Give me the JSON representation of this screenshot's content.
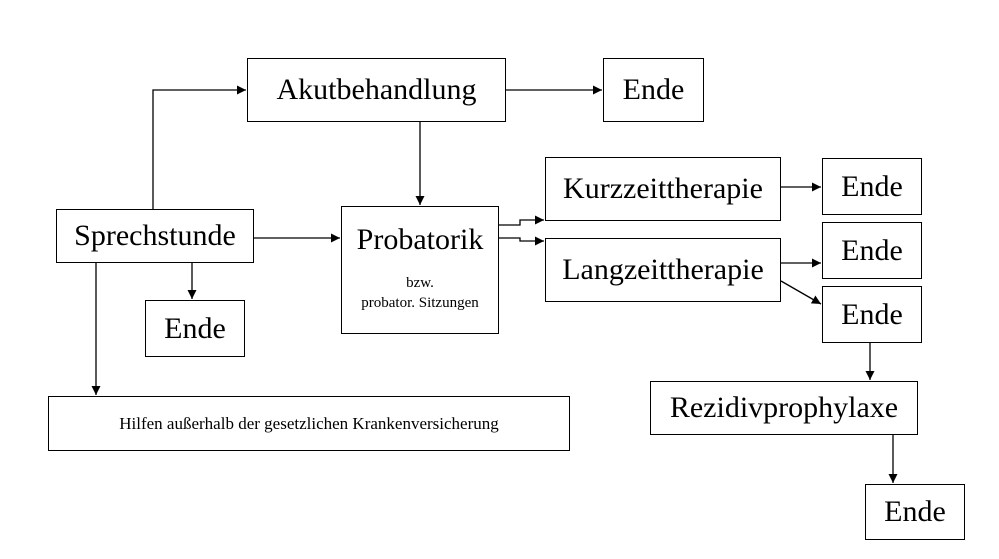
{
  "diagram": {
    "nodes": {
      "akutbehandlung": "Akutbehandlung",
      "ende_akut": "Ende",
      "sprechstunde": "Sprechstunde",
      "probatorik": "Probatorik",
      "probatorik_sub": "bzw.",
      "probatorik_sub2": "probator. Sitzungen",
      "kurzzeittherapie": "Kurzzeittherapie",
      "ende_kurz": "Ende",
      "langzeittherapie": "Langzeittherapie",
      "ende_lang1": "Ende",
      "ende_lang2": "Ende",
      "ende_sprech": "Ende",
      "hilfen": "Hilfen außerhalb der gesetzlichen Krankenversicherung",
      "rezidivprophylaxe": "Rezidivprophylaxe",
      "ende_rezidiv": "Ende"
    },
    "edges": [
      {
        "from": "sprechstunde",
        "to": "akutbehandlung"
      },
      {
        "from": "akutbehandlung",
        "to": "ende_akut"
      },
      {
        "from": "akutbehandlung",
        "to": "probatorik"
      },
      {
        "from": "sprechstunde",
        "to": "probatorik"
      },
      {
        "from": "sprechstunde",
        "to": "ende_sprech"
      },
      {
        "from": "sprechstunde",
        "to": "hilfen"
      },
      {
        "from": "probatorik",
        "to": "kurzzeittherapie"
      },
      {
        "from": "probatorik",
        "to": "langzeittherapie"
      },
      {
        "from": "kurzzeittherapie",
        "to": "ende_kurz"
      },
      {
        "from": "langzeittherapie",
        "to": "ende_lang1"
      },
      {
        "from": "langzeittherapie",
        "to": "ende_lang2"
      },
      {
        "from": "ende_lang2",
        "to": "rezidivprophylaxe"
      },
      {
        "from": "rezidivprophylaxe",
        "to": "ende_rezidiv"
      }
    ]
  }
}
